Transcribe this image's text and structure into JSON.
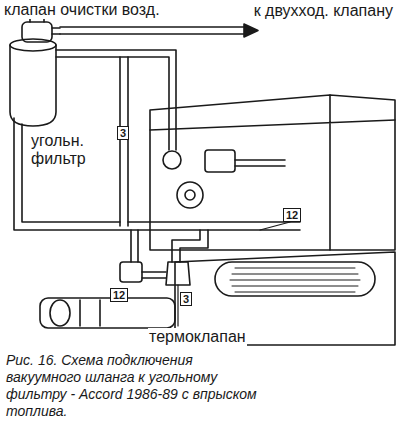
{
  "diagram": {
    "caption": "Рис. 16. Схема подключения вакуумного шланга к угольному фильтру - Accord 1986-89 с впрыском топлива.",
    "labels": [
      "клапан очистки возд.",
      "к двухход. клапану",
      "угольн. фильтр",
      "термоклапан",
      "3",
      "12",
      "12",
      "3"
    ]
  }
}
